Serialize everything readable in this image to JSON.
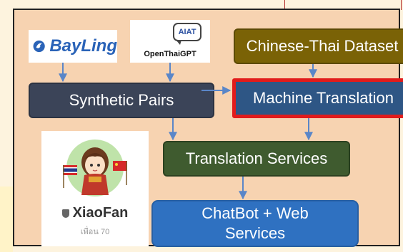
{
  "logos": {
    "bayling": "BayLing",
    "openthaigpt": "OpenThaiGPT",
    "openthaigpt_badge": "AIAT",
    "xiaofan_name": "XiaoFan",
    "xiaofan_friends": "เพื่อน 70"
  },
  "nodes": {
    "synthetic_pairs": "Synthetic Pairs",
    "dataset": "Chinese-Thai Dataset",
    "machine_translation": "Machine Translation",
    "translation_services": "Translation Services",
    "chatbot_line1": "ChatBot + Web",
    "chatbot_line2": "Services"
  },
  "colors": {
    "background_panel": "#f7d3b1",
    "synthetic_pairs": "#3b4458",
    "dataset": "#7a6206",
    "machine_translation": "#2e5685",
    "highlight_border": "#e11b1b",
    "translation_services": "#3f5b2f",
    "chatbot": "#2f71c1",
    "arrow": "#5a86c8"
  },
  "icons": [
    "bayling-bird-icon",
    "chat-bubble-icon",
    "xiaofan-avatar-icon",
    "thailand-flag-icon",
    "china-flag-icon",
    "shield-icon"
  ]
}
